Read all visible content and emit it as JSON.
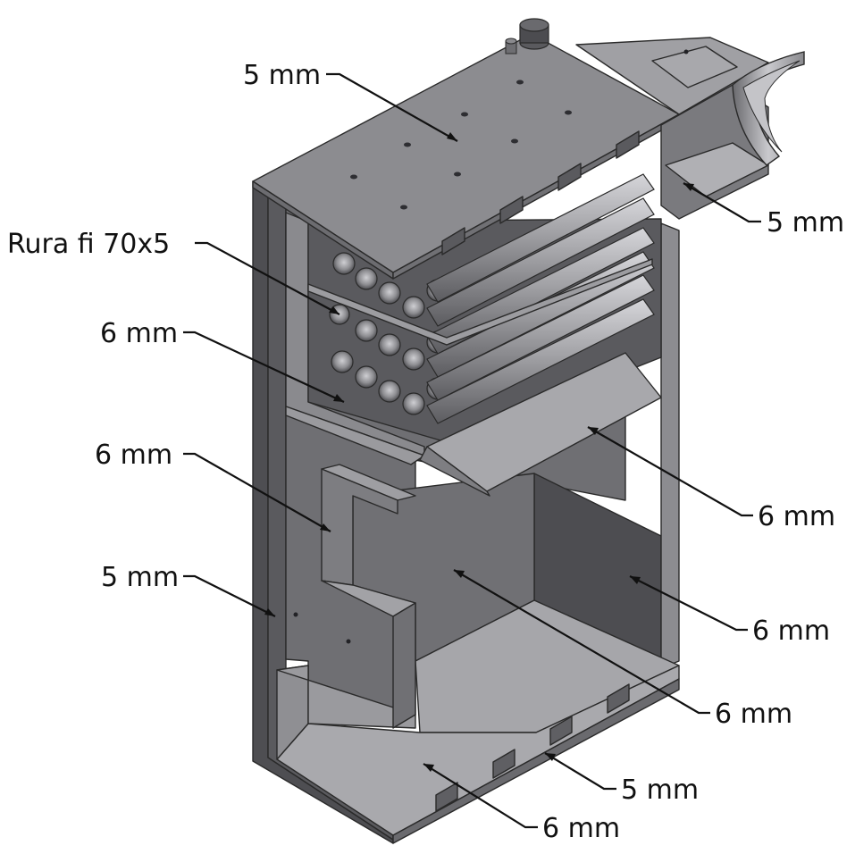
{
  "labels": {
    "top_plate": "5 mm",
    "pipe": "Rura fi 70x5",
    "upper_shelf": "6 mm",
    "left_wall_upper": "6 mm",
    "left_wall_lower": "5 mm",
    "right_tray": "5 mm",
    "baffle": "6 mm",
    "back_wall": "6 mm",
    "floor": "6 mm",
    "front_edge": "5 mm",
    "bottom_plate": "6 mm"
  },
  "colors": {
    "steel_light": "#a4a4a8",
    "steel_mid": "#8a8a8e",
    "steel_dark": "#56565a",
    "steel_darker": "#3f3f43",
    "edge": "#2a2a2a"
  }
}
